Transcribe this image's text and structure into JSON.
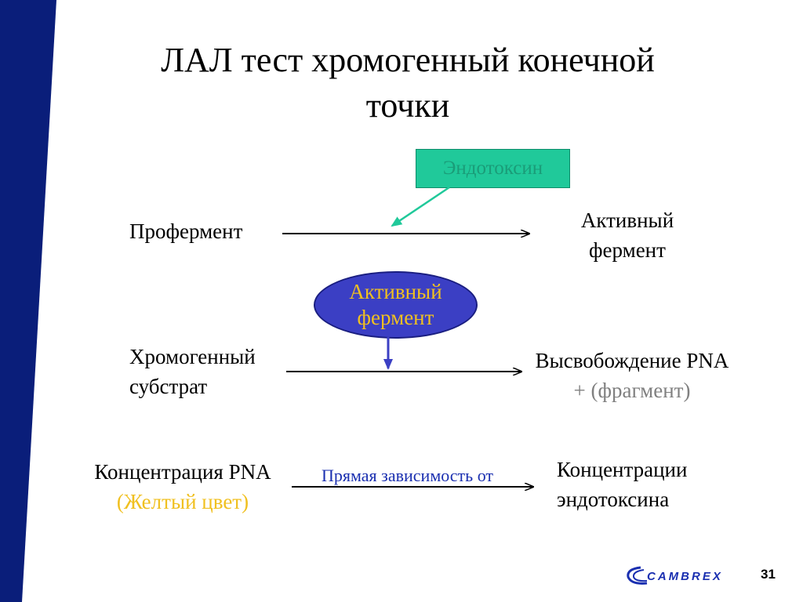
{
  "title": {
    "line1": "ЛАЛ тест хромогенный конечной",
    "line2": "точки"
  },
  "endotoxin_box": "Эндотоксин",
  "row1": {
    "left": "Профермент",
    "right_line1": "Активный",
    "right_line2": "фермент"
  },
  "enzyme_oval": {
    "line1": "Активный",
    "line2": "фермент"
  },
  "row2": {
    "left_line1": "Хромогенный",
    "left_line2": "субстрат",
    "right_line1": "Высвобождение PNA",
    "right_line2": "+ (фрагмент)"
  },
  "row3": {
    "left_line1": "Концентрация PNA",
    "left_line2": "(Желтый цвет)",
    "arrow_label": "Прямая зависимость от",
    "right_line1": "Концентрации",
    "right_line2": "эндотоксина"
  },
  "logo_text": "CAMBREX",
  "page_number": "31",
  "colors": {
    "sidebar": "#0a1e7a",
    "box": "#20c99a",
    "oval": "#3b3fc4",
    "oval_text": "#f0c020",
    "yellow_text": "#f0c020",
    "blue_text": "#1a2fb0",
    "gray_text": "#808080"
  }
}
